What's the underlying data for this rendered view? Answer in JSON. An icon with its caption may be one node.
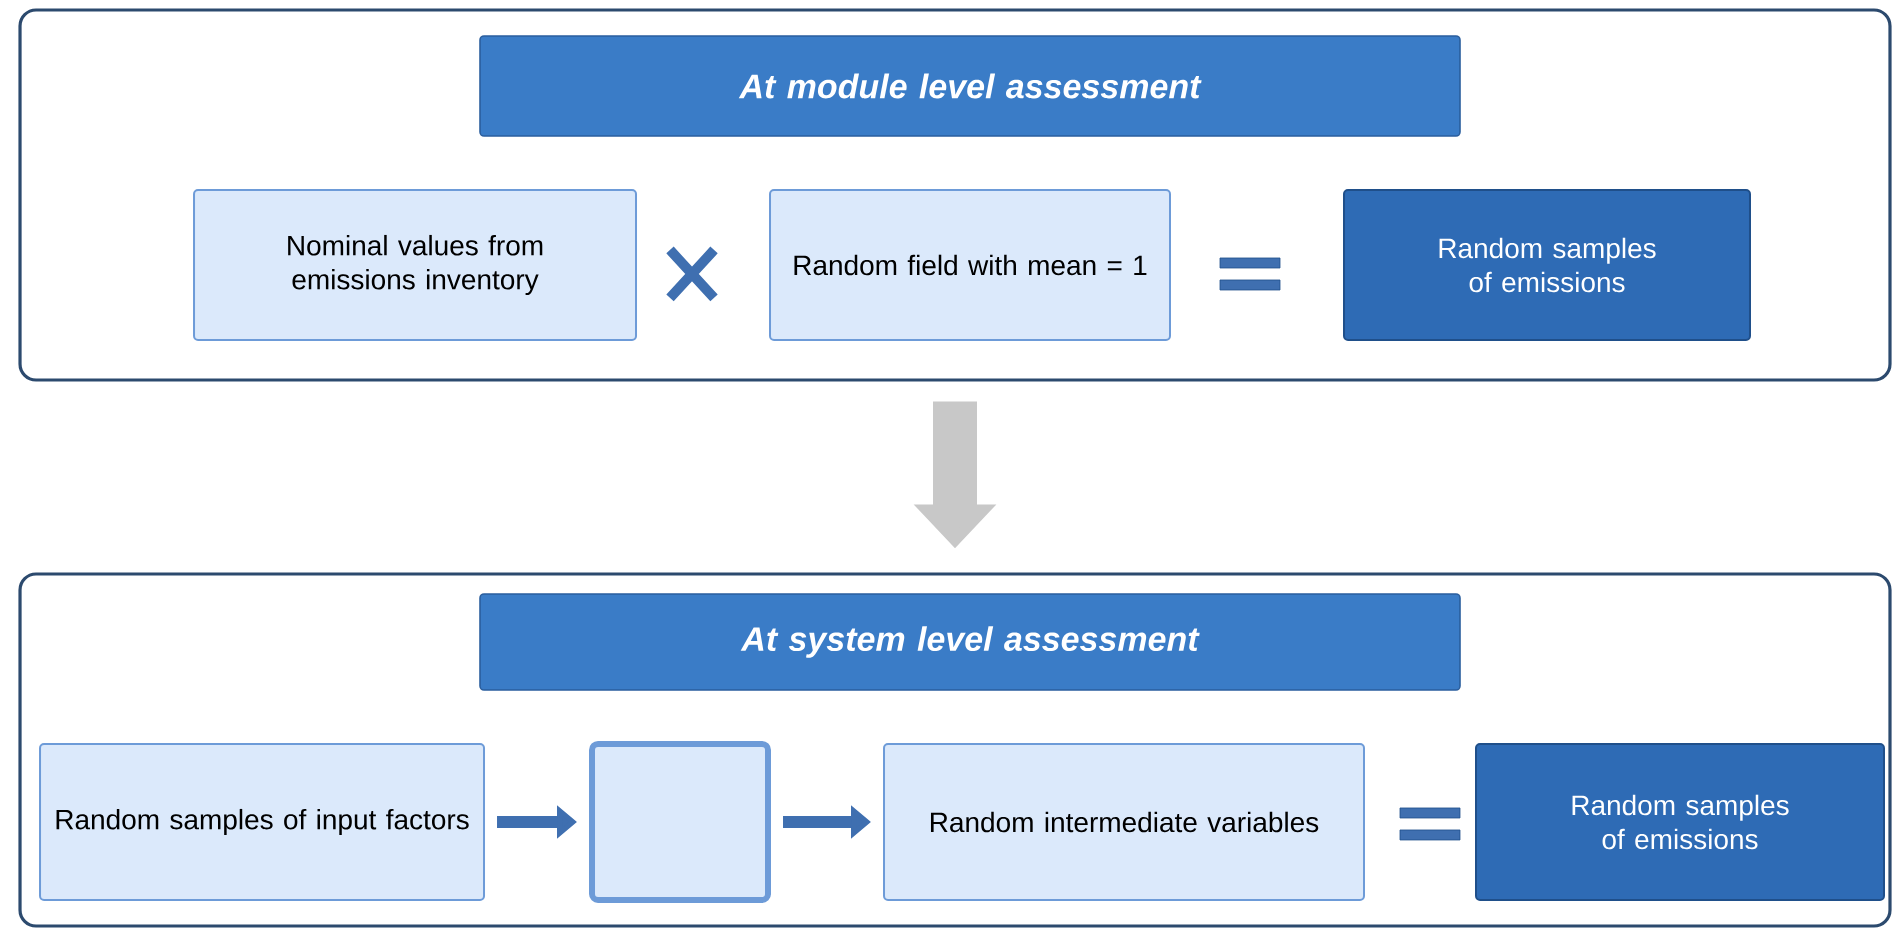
{
  "diagram": {
    "nodes": [
      {
        "text": [],
        "shape": "box"
      },
      {
        "text": [
          "At module level assessment"
        ],
        "in": 0
      },
      {
        "text": [
          "Nominal values from emissions inventory"
        ],
        "in": 0
      },
      {
        "text": [
          "Random field with mean = 1"
        ],
        "in": 0
      },
      {
        "text": [
          "Random samples of emissions"
        ],
        "in": 0
      },
      {
        "text": [],
        "shape": "box"
      },
      {
        "text": [
          "At system level assessment"
        ],
        "in": 5
      },
      {
        "text": [
          "Random samples of input factors"
        ],
        "in": 5
      },
      {
        "text": [],
        "shape": "box",
        "in": 5
      },
      {
        "text": [
          "Random intermediate variables"
        ],
        "in": 5
      },
      {
        "text": [
          "Random samples of emissions"
        ],
        "in": 5
      }
    ],
    "edges": [
      {
        "from": 0,
        "to": 5,
        "arrow": "to",
        "style": "thick",
        "color": "#c8c8c8"
      },
      {
        "from": 7,
        "to": 8,
        "arrow": "to"
      },
      {
        "from": 8,
        "to": 9,
        "arrow": "to"
      }
    ]
  }
}
